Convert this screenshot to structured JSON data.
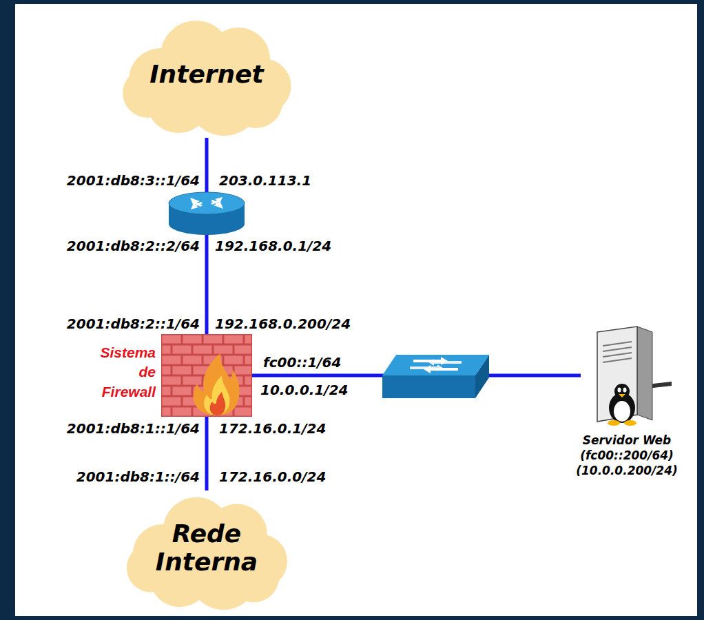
{
  "diagram": {
    "nodes": [
      {
        "text": [
          "Internet"
        ]
      },
      {
        "text": [
          "Sistema de Firewall"
        ]
      },
      {
        "text": [
          "Servidor Web",
          "(fc00::200/64) (10.0.0.200/24)"
        ]
      },
      {
        "text": [
          "Rede Interna"
        ]
      }
    ],
    "edges": [
      {
        "from": 0,
        "to": 1,
        "arrow": "none"
      },
      {
        "from": 1,
        "to": 2,
        "arrow": "none"
      },
      {
        "from": 1,
        "to": 3,
        "arrow": "none"
      }
    ],
    "labels": [
      "2001:db8:3::1/64",
      "203.0.113.1",
      "2001:db8:2::2/64",
      "192.168.0.1/24",
      "2001:db8:2::1/64",
      "192.168.0.200/24",
      "fc00::1/64",
      "10.0.0.1/24",
      "2001:db8:1::1/64",
      "172.16.0.1/24",
      "2001:db8:1::/64",
      "172.16.0.0/24"
    ]
  }
}
